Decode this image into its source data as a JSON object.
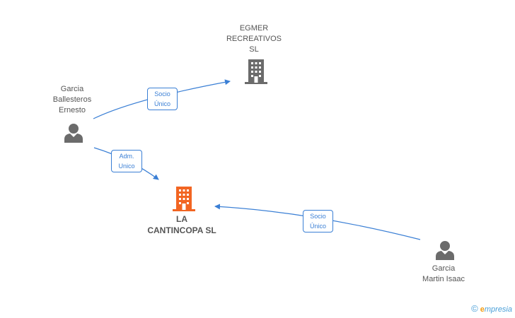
{
  "nodes": {
    "egmer": {
      "lines": [
        "EGMER",
        "RECREATIVOS",
        "SL"
      ],
      "type": "company"
    },
    "cantincopa": {
      "lines": [
        "LA",
        "CANTINCOPA SL"
      ],
      "type": "company",
      "highlight": true
    },
    "garcia_ballesteros": {
      "lines": [
        "Garcia",
        "Ballesteros",
        "Ernesto"
      ],
      "type": "person"
    },
    "garcia_martin": {
      "lines": [
        "Garcia",
        "Martin Isaac"
      ],
      "type": "person"
    }
  },
  "relations": [
    {
      "from": "garcia_ballesteros",
      "to": "egmer",
      "lines": [
        "Socio",
        "Único"
      ]
    },
    {
      "from": "garcia_ballesteros",
      "to": "cantincopa",
      "lines": [
        "Adm.",
        "Unico"
      ]
    },
    {
      "from": "garcia_martin",
      "to": "cantincopa",
      "lines": [
        "Socio",
        "Único"
      ]
    }
  ],
  "colors": {
    "edge": "#3a7fd5",
    "company": "#6b6b6b",
    "company_highlight": "#f26522",
    "person": "#6b6b6b"
  },
  "icons": {
    "company": "building-icon",
    "person": "person-icon"
  },
  "brand": {
    "copyright": "©",
    "initial": "e",
    "name": "mpresia"
  }
}
